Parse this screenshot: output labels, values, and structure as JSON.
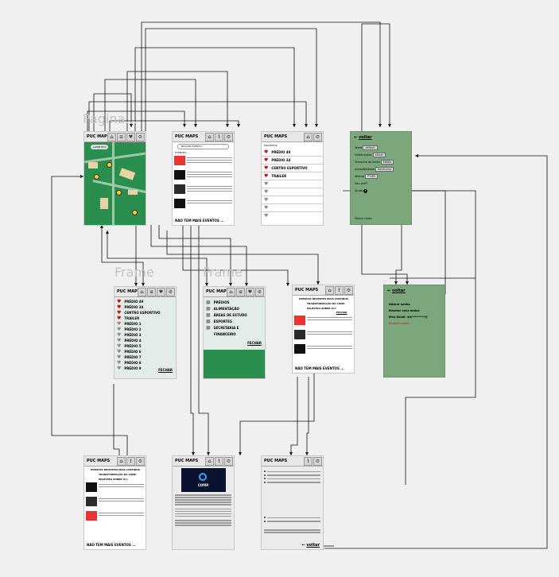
{
  "canvas": {
    "background": "#f0f0f0",
    "frame_label_color": "#c4c4c4",
    "accent_green": "#7ca77c",
    "heart_red": "#d80000"
  },
  "frame_labels": {
    "pagina": "Pagina...",
    "frame1": "Frame",
    "frame2": "Frame"
  },
  "app_title": "PUC MAPS",
  "icons": {
    "home": "home-icon",
    "list": "list-icon",
    "heart": "heart-icon",
    "gear": "gear-icon"
  },
  "main_map": {
    "layer_label": "LAYER PUC"
  },
  "events": {
    "search": "BUSCAR EVENTO...",
    "filter": "EVENTOS",
    "no_more": "NÃO TEM MAIS EVENTOS ..."
  },
  "favorites": {
    "header": "FAVORITOS",
    "items": [
      "PRÉDIO 49",
      "PRÉDIO 34",
      "CENTRO ESPORTIVO",
      "TRAILER"
    ]
  },
  "settings": {
    "back": "voltar",
    "tema": "Tema",
    "tema_val": "default",
    "notificacoes": "Notificações",
    "notif_val": "ativas",
    "tamanho_fonte": "Tamanho da fonte",
    "fonte_val": "Média",
    "acessibilidade": "Acessibilidade",
    "acess_val": "Nenhuma",
    "idioma": "Idioma",
    "idioma_val": "PT-BR",
    "sou_prof": "Sou prof?",
    "ajuda": "Ajuda",
    "minha_conta": "Minha conta"
  },
  "account": {
    "back": "voltar",
    "alterar_senha": "Alterar senha",
    "resetar": "Resetar seus dados",
    "meu_email": "Meu Email: ale*********@",
    "excluir": "Excluir conta"
  },
  "menu_fav": {
    "items": [
      "PRÉDIO 49",
      "PRÉDIO 34",
      "CENTRO ESPORTIVO",
      "TRAILER",
      "PRÉDIO 1",
      "PRÉDIO 2",
      "PRÉDIO 3",
      "PRÉDIO 4",
      "PRÉDIO 5",
      "PRÉDIO 6",
      "PRÉDIO 7",
      "PRÉDIO 8",
      "PRÉDIO 9"
    ],
    "fechar": "FECHAR"
  },
  "menu_cat": {
    "items": [
      "PRÉDIOS",
      "ALIMENTAÇÃO",
      "ÁREAS DE ESTUDO",
      "ESPORTES",
      "SECRETARIA E",
      "FINANCEIRO"
    ],
    "fechar": "FECHAR"
  },
  "event_filter": {
    "recent": "EVENTOS RECENTES MAIS CURTIDOS",
    "transf": "TRANSFORMAÇÃO DA COMP",
    "palestra": "PALESTRA SOBRE IA's",
    "fechar": "FECHAR"
  },
  "event_detail": {
    "logo": "COMP"
  },
  "prof": {
    "back": "voltar"
  }
}
